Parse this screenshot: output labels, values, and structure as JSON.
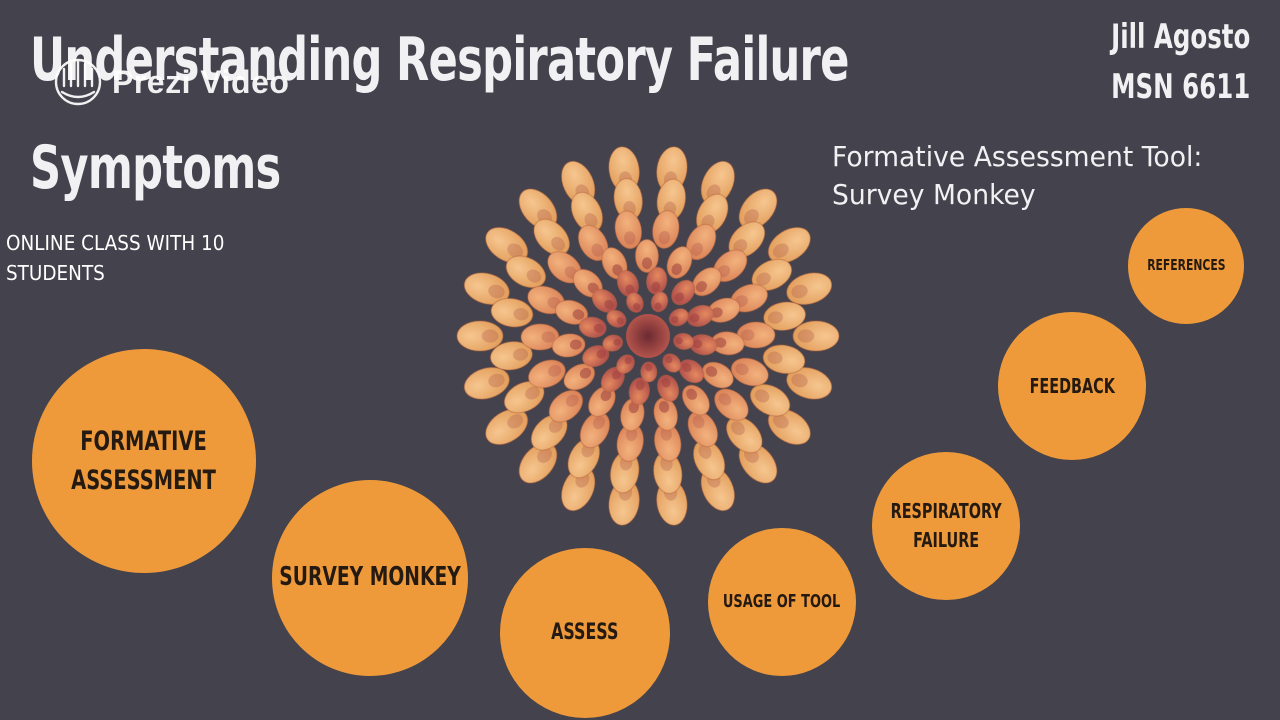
{
  "title": {
    "line1": "Understanding Respiratory Failure",
    "line2": "Symptoms"
  },
  "watermark": {
    "icon": "prezi-logo-icon",
    "text": "Prezi Video"
  },
  "author": {
    "name": "Jill Agosto",
    "course": "MSN 6611"
  },
  "tool": {
    "line1": "Formative Assessment Tool:",
    "line2": "Survey Monkey"
  },
  "class_info": "ONLINE CLASS WITH 10 STUDENTS",
  "flower": {
    "icon": "dahlia-flower-image",
    "colors": {
      "outer": "#f1b77a",
      "mid": "#e89a62",
      "center": "#b8504a"
    }
  },
  "circles": [
    {
      "id": "formative-assessment",
      "line1": "FORMATIVE",
      "line2": "ASSESSMENT"
    },
    {
      "id": "survey-monkey",
      "line1": "SURVEY MONKEY"
    },
    {
      "id": "assess",
      "line1": "ASSESS"
    },
    {
      "id": "usage-of-tool",
      "line1": "USAGE OF TOOL"
    },
    {
      "id": "respiratory-failure",
      "line1": "RESPIRATORY",
      "line2": "FAILURE"
    },
    {
      "id": "feedback",
      "line1": "FEEDBACK"
    },
    {
      "id": "references",
      "line1": "REFERENCES"
    }
  ],
  "colors": {
    "background": "#43424d",
    "circle": "#ef9a3a",
    "circle_text": "#241a12",
    "text": "#f1f1f3"
  }
}
